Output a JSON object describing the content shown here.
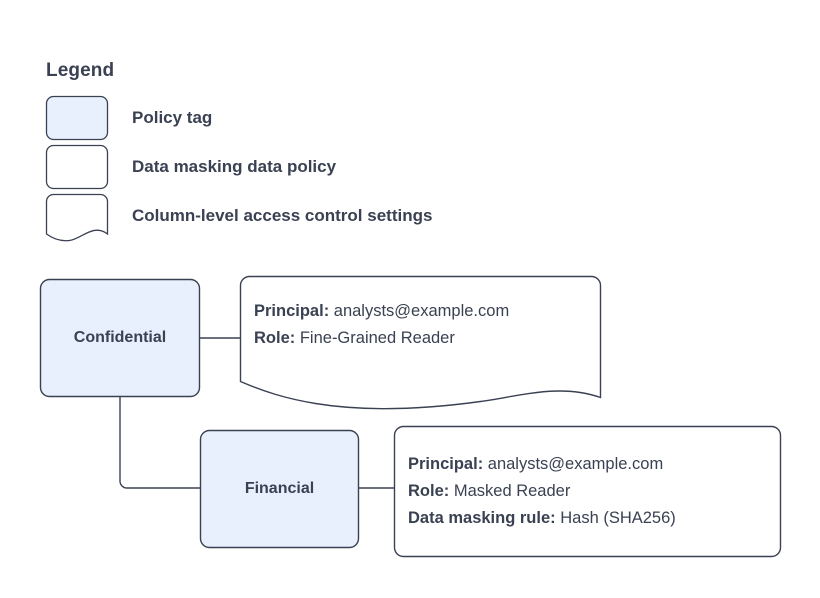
{
  "legend": {
    "title": "Legend",
    "items": [
      {
        "shape": "policy-tag-swatch",
        "label": "Policy tag",
        "fill": "#e8f0fe",
        "stroke": "#3a4152"
      },
      {
        "shape": "data-masking-policy-swatch",
        "label": "Data masking data policy",
        "fill": "#ffffff",
        "stroke": "#3a4152"
      },
      {
        "shape": "column-access-settings-swatch",
        "label": "Column-level access control settings",
        "fill": "#ffffff",
        "stroke": "#3a4152"
      }
    ]
  },
  "diagram": {
    "nodes": {
      "confidential": {
        "label": "Confidential",
        "fill": "#e8f0fe",
        "stroke": "#3a4152"
      },
      "financial": {
        "label": "Financial",
        "fill": "#e8f0fe",
        "stroke": "#3a4152"
      }
    },
    "callouts": {
      "confidential_access": {
        "type": "column-level-access-control-settings",
        "lines": [
          {
            "key": "Principal:",
            "value": "analysts@example.com"
          },
          {
            "key": "Role:",
            "value": "Fine-Grained Reader"
          }
        ]
      },
      "financial_policy": {
        "type": "data-masking-data-policy",
        "lines": [
          {
            "key": "Principal:",
            "value": "analysts@example.com"
          },
          {
            "key": "Role:",
            "value": "Masked Reader"
          },
          {
            "key": "Data masking rule:",
            "value": "Hash (SHA256)"
          }
        ]
      }
    },
    "colors": {
      "tag_fill": "#e8f0fe",
      "stroke": "#3a4152",
      "text": "#3a4152",
      "connector": "#3a4152",
      "background": "#ffffff"
    }
  }
}
